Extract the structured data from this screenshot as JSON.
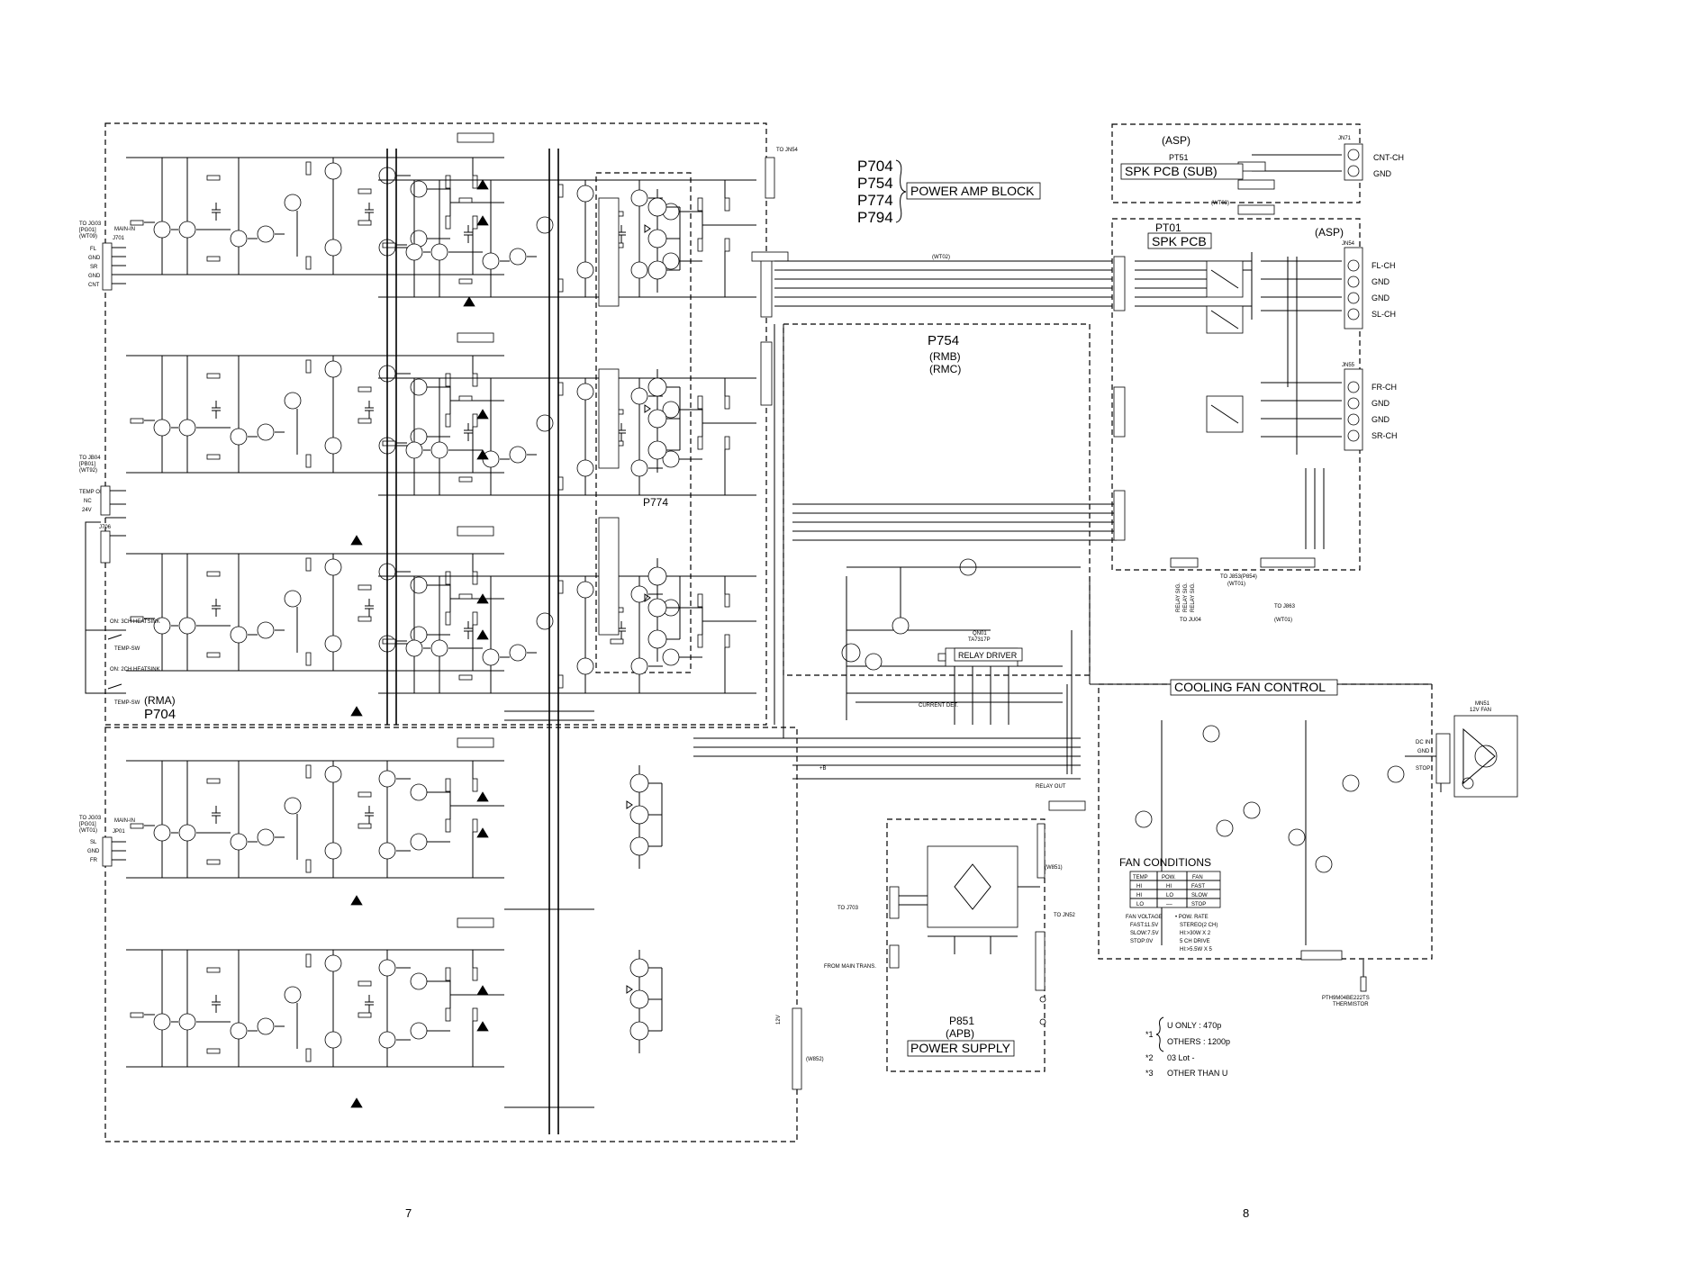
{
  "blocks": {
    "power_amp_block": {
      "refs": [
        "P704",
        "P754",
        "P774",
        "P794"
      ],
      "title": "POWER AMP BLOCK"
    },
    "asp_sub": {
      "asp": "(ASP)",
      "ref": "PT51",
      "title": "SPK PCB (SUB)",
      "jack": "JN71",
      "outs": [
        "CNT-CH",
        "GND"
      ]
    },
    "spk_pcb": {
      "ref": "PT01",
      "title": "SPK PCB",
      "asp": "(ASP)",
      "jack_a": "JN54",
      "outs_a": [
        "FL-CH",
        "GND",
        "GND",
        "SL-CH"
      ],
      "jack_b": "JN55",
      "outs_b": [
        "FR-CH",
        "GND",
        "GND",
        "SR-CH"
      ]
    },
    "p754": {
      "ref": "P754",
      "sub": [
        "(RMB)",
        "(RMC)"
      ]
    },
    "p774": {
      "ref": "P774"
    },
    "p704": {
      "tag": "(RMA)",
      "ref": "P704"
    },
    "cooling_fan": {
      "title": "COOLING FAN CONTROL",
      "fan": "MN51",
      "fan_spec": "12V FAN",
      "thermistor": "PTH9M04BE222TS",
      "thermistor_label": "THERMISTOR"
    },
    "power_supply": {
      "ref": "P851",
      "sub": "(APB)",
      "title": "POWER SUPPLY",
      "from": "FROM MAIN TRANS."
    },
    "relay_driver": {
      "title": "RELAY DRIVER",
      "ic": "QN01",
      "ic_part": "TA7317P",
      "relay_sig": [
        "RELAY SIG.",
        "RELAY SIG.",
        "RELAY SIG."
      ]
    }
  },
  "connectors_left": [
    {
      "to": "TO JG03",
      "pcb": "[PG01]",
      "wire": "(WT09)",
      "jack": "J701",
      "pins": [
        "FL",
        "GND",
        "SR",
        "GND",
        "CNT"
      ]
    },
    {
      "to": "TO JB04",
      "pcb": "[PB01]",
      "wire": "(WT92)",
      "jack": "J706",
      "pins": [
        "TEMP ON",
        "NC",
        "24V"
      ]
    },
    {
      "to": "TO JG03",
      "pcb": "[PG01]",
      "wire": "(WT01)",
      "jack": "JP01",
      "pins": [
        "SL",
        "GND",
        "FR"
      ]
    }
  ],
  "fan_conditions": {
    "title": "FAN CONDITIONS",
    "header": [
      "TEMP",
      "POW.",
      "FAN"
    ],
    "rows": [
      [
        "HI",
        "HI",
        "FAST"
      ],
      [
        "HI",
        "LO",
        "SLOW"
      ],
      [
        "LO",
        "––",
        "STOP"
      ]
    ],
    "notes_left": [
      "FAN VOLTAGE",
      "FAST:11.5V",
      "SLOW:7.5V",
      "STOP:0V"
    ],
    "notes_right": [
      "• POW. RATE",
      "STEREO(2 CH)",
      "HI:>30W X 2",
      "5 CH DRIVE",
      "HI:>5.5W X 5"
    ]
  },
  "footnotes": [
    {
      "mark": "*1",
      "lines": [
        "U ONLY : 470p",
        "OTHERS : 1200p"
      ]
    },
    {
      "mark": "*2",
      "lines": [
        "03 Lot -"
      ]
    },
    {
      "mark": "*3",
      "lines": [
        "OTHER THAN U"
      ]
    }
  ],
  "labels": {
    "main_in": "MAIN-IN",
    "heatsink1": "ON: 3CH HEATSINK",
    "heatsink2": "ON: 2CH HEATSINK",
    "temp_sw1": "TEMP-SW",
    "temp_sw2": "TEMP-SW",
    "to_jn54": "TO JN54",
    "to_jn52": "TO JN52",
    "to_j703": "TO J703",
    "to_ju04": "TO JU04",
    "to_j863": "TO J863",
    "to_j853": "TO J853(P854)",
    "wt01": "(WT01)",
    "wt02": "(WT02)",
    "wt03": "(WT03)",
    "w852": "(W852)",
    "w851": "(W851)",
    "v12": "12V",
    "dc_in": "DC IN",
    "gnd": "GND",
    "stop": "STOP",
    "current_det": "CURRENT DET.",
    "relay_out": "RELAY OUT",
    "b": "+B"
  },
  "page_numbers": [
    "7",
    "8"
  ]
}
